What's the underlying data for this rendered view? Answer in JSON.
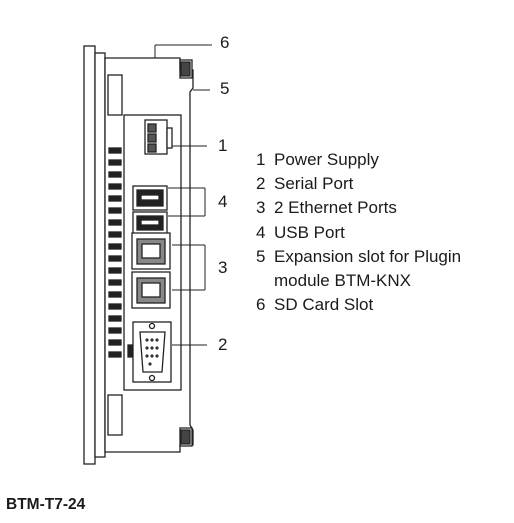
{
  "model_label": "BTM-T7-24",
  "callout_numbers": [
    "6",
    "5",
    "1",
    "4",
    "3",
    "2"
  ],
  "legend": [
    {
      "num": "1",
      "text": "Power Supply"
    },
    {
      "num": "2",
      "text": "Serial Port"
    },
    {
      "num": "3",
      "text": "2 Ethernet Ports"
    },
    {
      "num": "4",
      "text": "USB Port"
    },
    {
      "num": "5",
      "text": "Expansion slot for Plugin",
      "cont": "module BTM-KNX"
    },
    {
      "num": "6",
      "text": "SD Card Slot"
    }
  ]
}
